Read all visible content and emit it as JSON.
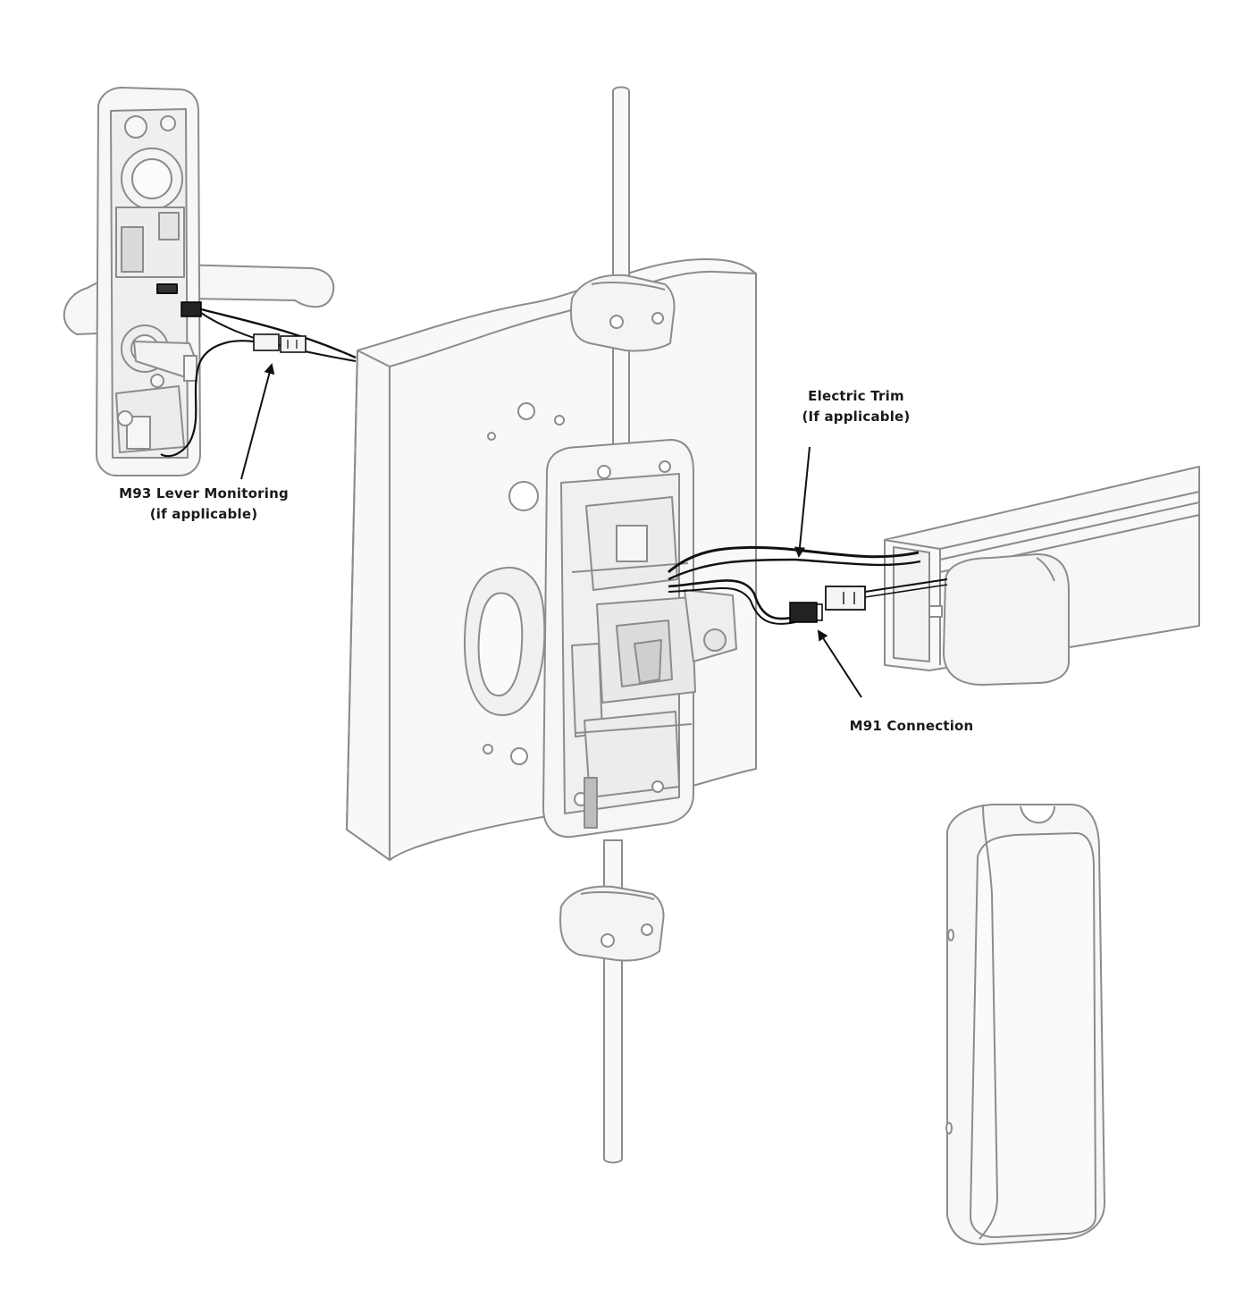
{
  "callouts": {
    "m93": {
      "line1": "M93 Lever Monitoring",
      "line2": "(if applicable)"
    },
    "electric_trim": {
      "line1": "Electric Trim",
      "line2": "(If applicable)"
    },
    "m91": {
      "line1": "M91 Connection"
    }
  },
  "colors": {
    "outline": "#8c8c8c",
    "wire": "#111111",
    "fill": "#f6f6f6",
    "text": "#1a1a1a"
  }
}
